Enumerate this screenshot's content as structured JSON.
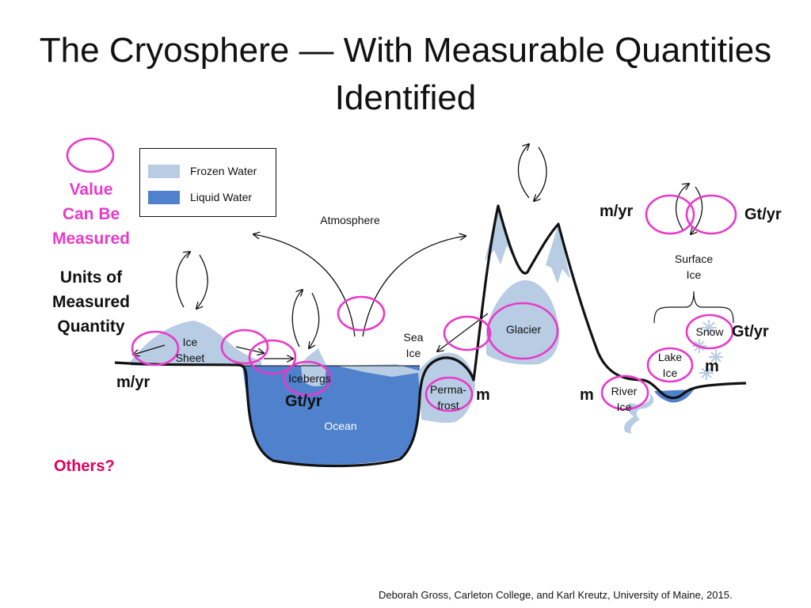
{
  "title": "The Cryosphere — With Measurable Quantities Identified",
  "key": {
    "value_label": [
      "Value",
      "Can Be",
      "Measured"
    ],
    "units_label": [
      "Units of",
      "Measured",
      "Quantity"
    ],
    "others": "Others?"
  },
  "legend": {
    "frozen": {
      "label": "Frozen Water",
      "color": "#b8cce4"
    },
    "liquid": {
      "label": "Liquid Water",
      "color": "#4f81cd"
    }
  },
  "labels": {
    "atmosphere": "Atmosphere",
    "ice_sheet": [
      "Ice",
      "Sheet"
    ],
    "iceberg": "Icebergs",
    "sea_ice": [
      "Sea",
      "Ice"
    ],
    "permafrost": [
      "Perma-",
      "frost"
    ],
    "ocean": "Ocean",
    "glacier": "Glacier",
    "surface_ice": [
      "Surface",
      "Ice"
    ],
    "snow": "Snow",
    "lake_ice": [
      "Lake",
      "Ice"
    ],
    "river_ice": [
      "River",
      "Ice"
    ]
  },
  "units": {
    "ice_sheet": "m/yr",
    "iceberg": "Gt/yr",
    "permafrost": "m",
    "glacier_left": "m/yr",
    "glacier_right": "Gt/yr",
    "snow": "Gt/yr",
    "lake": "m",
    "river": "m"
  },
  "credit": "Deborah Gross, Carleton College, and Karl Kreutz, University of Maine, 2015.",
  "colors": {
    "accent_pink": "#e83ac8",
    "others_red": "#e0005a",
    "ocean": "#4f81cd",
    "ice": "#b8cce4"
  }
}
